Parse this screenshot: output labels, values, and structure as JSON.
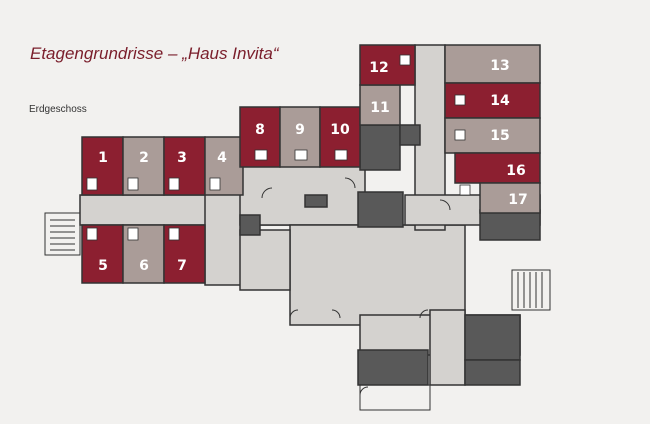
{
  "title": "Etagengrundrisse – „Haus Invita“",
  "floor_label": "Erdgeschoss",
  "colors": {
    "background": "#f2f1ef",
    "room_dark_red": "#8c1f30",
    "room_taupe": "#aa9c98",
    "corridor": "#d4d2cf",
    "dark_area": "#595959",
    "walls": "#333333",
    "title": "#7a1e2b"
  },
  "rooms": [
    {
      "number": "1",
      "style": "dark_red"
    },
    {
      "number": "2",
      "style": "taupe"
    },
    {
      "number": "3",
      "style": "dark_red"
    },
    {
      "number": "4",
      "style": "taupe"
    },
    {
      "number": "5",
      "style": "dark_red"
    },
    {
      "number": "6",
      "style": "taupe"
    },
    {
      "number": "7",
      "style": "dark_red"
    },
    {
      "number": "8",
      "style": "dark_red"
    },
    {
      "number": "9",
      "style": "taupe"
    },
    {
      "number": "10",
      "style": "dark_red"
    },
    {
      "number": "11",
      "style": "taupe"
    },
    {
      "number": "12",
      "style": "dark_red"
    },
    {
      "number": "13",
      "style": "taupe"
    },
    {
      "number": "14",
      "style": "dark_red"
    },
    {
      "number": "15",
      "style": "taupe"
    },
    {
      "number": "16",
      "style": "dark_red"
    },
    {
      "number": "17",
      "style": "taupe"
    }
  ]
}
